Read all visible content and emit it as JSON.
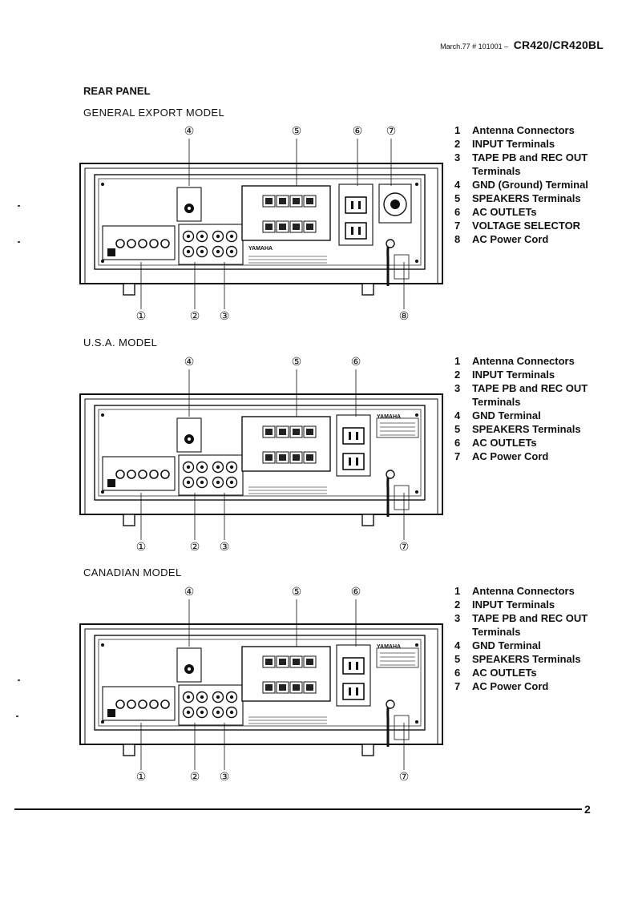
{
  "header": {
    "date": "March.77",
    "code": "# 101001 –",
    "model": "CR420/CR420BL"
  },
  "rear_panel_title": "REAR PANEL",
  "sections": [
    {
      "title": "GENERAL EXPORT MODEL",
      "variant": "export",
      "callouts_top": [
        "④",
        "⑤",
        "⑥",
        "⑦"
      ],
      "callouts_bottom": [
        "①",
        "②",
        "③",
        "⑧"
      ],
      "legend": [
        {
          "n": "1",
          "t": "Antenna Connectors"
        },
        {
          "n": "2",
          "t": "INPUT Terminals"
        },
        {
          "n": "3",
          "t": "TAPE PB and REC OUT Terminals"
        },
        {
          "n": "4",
          "t": "GND (Ground) Terminal"
        },
        {
          "n": "5",
          "t": "SPEAKERS Terminals"
        },
        {
          "n": "6",
          "t": "AC OUTLETs"
        },
        {
          "n": "7",
          "t": "VOLTAGE SELECTOR"
        },
        {
          "n": "8",
          "t": "AC Power Cord"
        }
      ]
    },
    {
      "title": "U.S.A. MODEL",
      "variant": "usa",
      "callouts_top": [
        "④",
        "⑤",
        "⑥"
      ],
      "callouts_bottom": [
        "①",
        "②",
        "③",
        "⑦"
      ],
      "legend": [
        {
          "n": "1",
          "t": "Antenna Connectors"
        },
        {
          "n": "2",
          "t": "INPUT Terminals"
        },
        {
          "n": "3",
          "t": "TAPE PB and REC OUT Terminals"
        },
        {
          "n": "4",
          "t": "GND Terminal"
        },
        {
          "n": "5",
          "t": "SPEAKERS Terminals"
        },
        {
          "n": "6",
          "t": "AC OUTLETs"
        },
        {
          "n": "7",
          "t": "AC Power Cord"
        }
      ]
    },
    {
      "title": "CANADIAN MODEL",
      "variant": "canada",
      "callouts_top": [
        "④",
        "⑤",
        "⑥"
      ],
      "callouts_bottom": [
        "①",
        "②",
        "③",
        "⑦"
      ],
      "legend": [
        {
          "n": "1",
          "t": "Antenna Connectors"
        },
        {
          "n": "2",
          "t": "INPUT Terminals"
        },
        {
          "n": "3",
          "t": "TAPE PB and REC OUT Terminals"
        },
        {
          "n": "4",
          "t": "GND Terminal"
        },
        {
          "n": "5",
          "t": "SPEAKERS Terminals"
        },
        {
          "n": "6",
          "t": "AC OUTLETs"
        },
        {
          "n": "7",
          "t": "AC Power Cord"
        }
      ]
    }
  ],
  "brand_logo": "YAMAHA",
  "page_number": "2"
}
